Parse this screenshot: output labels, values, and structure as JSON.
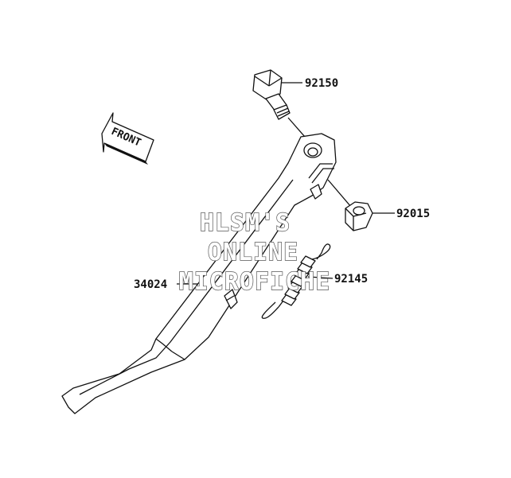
{
  "front_arrow": {
    "label": "FRONT"
  },
  "parts": {
    "bolt": "92150",
    "nut": "92015",
    "spring": "92145",
    "stand": "34024"
  },
  "watermark": {
    "line1": "HLSM'S",
    "line2": "ONLINE",
    "line3": "MICROFICHE"
  }
}
